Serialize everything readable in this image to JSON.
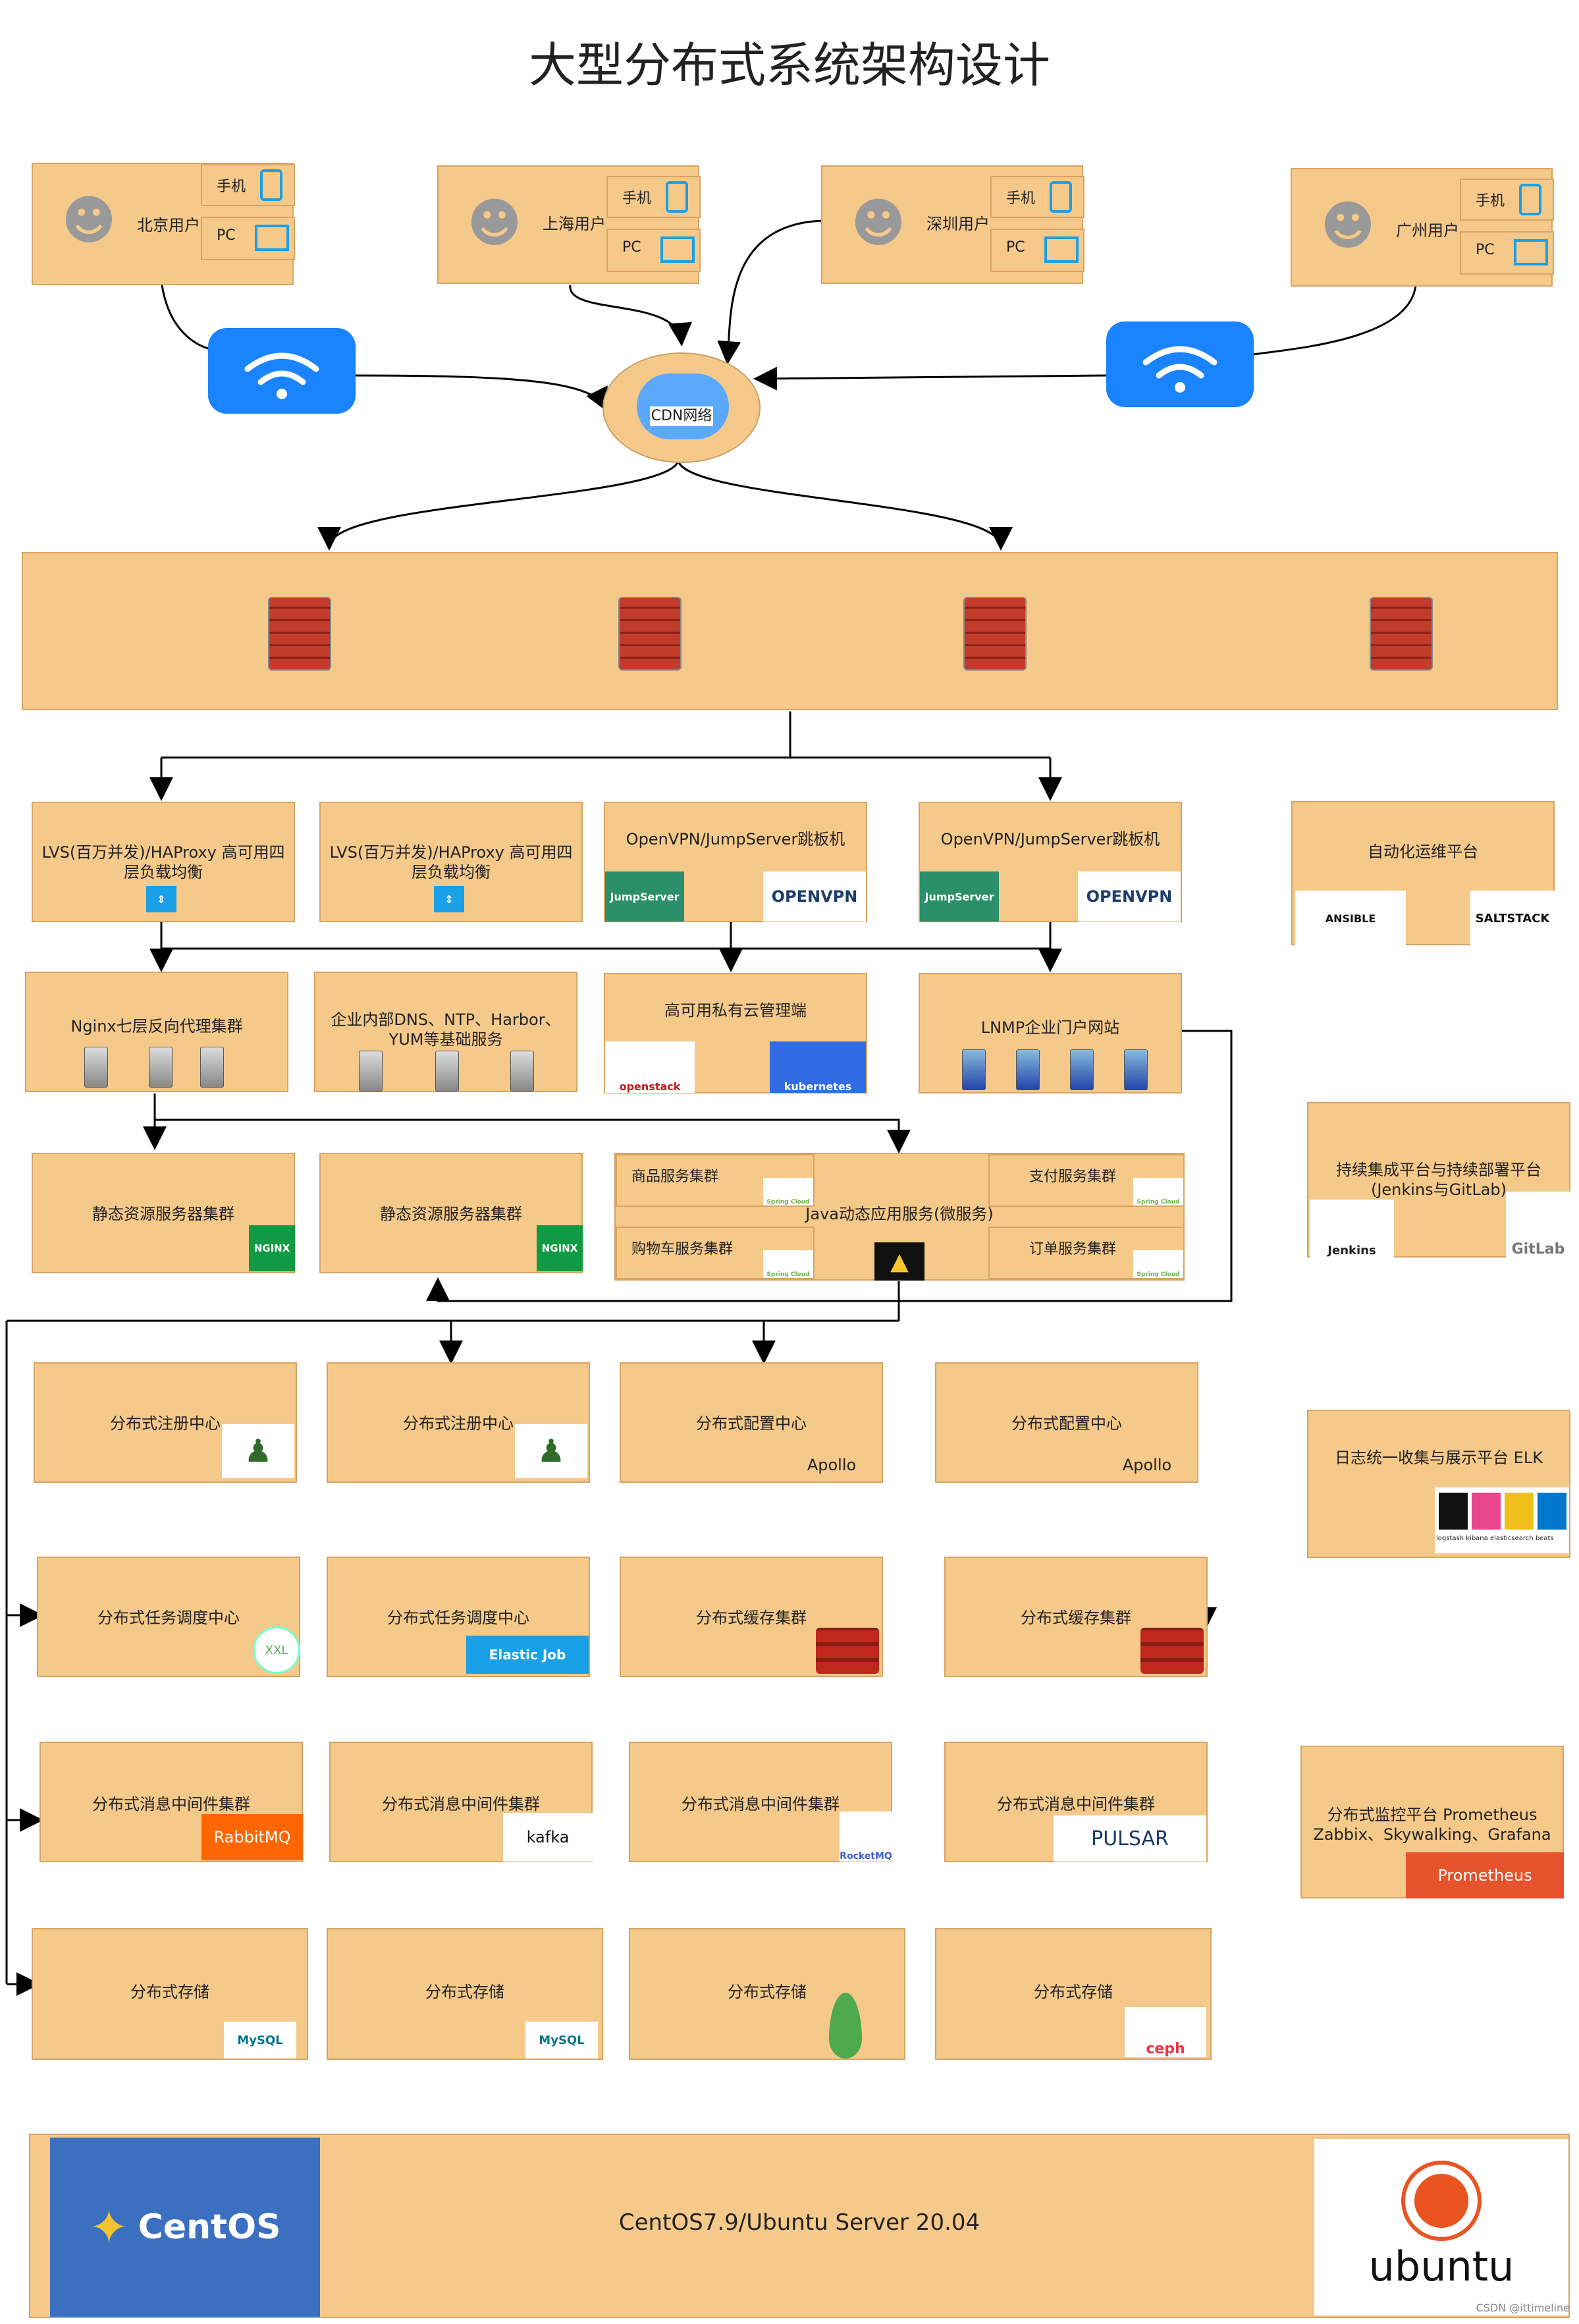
{
  "title": "大型分布式系统架构设计",
  "users": [
    {
      "label": "北京用户",
      "phone": "手机",
      "pc": "PC"
    },
    {
      "label": "上海用户",
      "phone": "手机",
      "pc": "PC"
    },
    {
      "label": "深圳用户",
      "phone": "手机",
      "pc": "PC"
    },
    {
      "label": "广州用户",
      "phone": "手机",
      "pc": "PC"
    }
  ],
  "cdn": "CDN网络",
  "lb": [
    "LVS(百万并发)/HAProxy 高可用四层负载均衡",
    "LVS(百万并发)/HAProxy 高可用四层负载均衡"
  ],
  "vpn": [
    "OpenVPN/JumpServer跳板机",
    "OpenVPN/JumpServer跳板机"
  ],
  "jump_logo": "JumpServer",
  "openvpn_logo": "OPENVPN",
  "auto_ops": {
    "label": "自动化运维平台",
    "ansible": "ANSIBLE",
    "salt": "SALTSTACK"
  },
  "nginx": "Nginx七层反向代理集群",
  "dns": "企业内部DNS、NTP、Harbor、YUM等基础服务",
  "cloud": {
    "label": "高可用私有云管理端",
    "openstack": "openstack",
    "k8s": "kubernetes"
  },
  "lnmp": "LNMP企业门户网站",
  "cicd": {
    "label": "持续集成平台与持续部署平台(Jenkins与GitLab)",
    "jenkins": "Jenkins",
    "gitlab": "GitLab"
  },
  "static": [
    "静态资源服务器集群",
    "静态资源服务器集群"
  ],
  "nginx_logo": "NGINX",
  "java": {
    "label": "Java动态应用服务(微服务)",
    "goods": "商品服务集群",
    "pay": "支付服务集群",
    "cart": "购物车服务集群",
    "order": "订单服务集群",
    "spring": "Spring Cloud"
  },
  "registry": [
    "分布式注册中心",
    "分布式注册中心"
  ],
  "config": [
    "分布式配置中心",
    "分布式配置中心"
  ],
  "apollo": "Apollo",
  "elk": {
    "label": "日志统一收集与展示平台 ELK",
    "parts": [
      "logstash",
      "kibana",
      "elasticsearch",
      "beats"
    ]
  },
  "task": [
    "分布式任务调度中心",
    "分布式任务调度中心"
  ],
  "xxl": "XXL",
  "elasticjob": "Elastic Job",
  "cache": [
    "分布式缓存集群",
    "分布式缓存集群"
  ],
  "mq": [
    "分布式消息中间件集群",
    "分布式消息中间件集群",
    "分布式消息中间件集群",
    "分布式消息中间件集群"
  ],
  "mq_logos": [
    "RabbitMQ",
    "kafka",
    "RocketMQ",
    "PULSAR"
  ],
  "monitor": {
    "line1": "分布式监控平台 Prometheus",
    "line2": "Zabbix、Skywalking、Grafana",
    "logo": "Prometheus"
  },
  "storage": [
    "分布式存储",
    "分布式存储",
    "分布式存储",
    "分布式存储"
  ],
  "mysql": "MySQL",
  "ceph": "ceph",
  "os": {
    "label": "CentOS7.9/Ubuntu Server 20.04",
    "centos": "CentOS",
    "ubuntu": "ubuntu"
  },
  "watermark": "CSDN @ittimeline",
  "colors": {
    "box": "#f5c98a",
    "border": "#d8a462",
    "wifi": "#1a83ff",
    "centos": "#3b6fbf"
  }
}
